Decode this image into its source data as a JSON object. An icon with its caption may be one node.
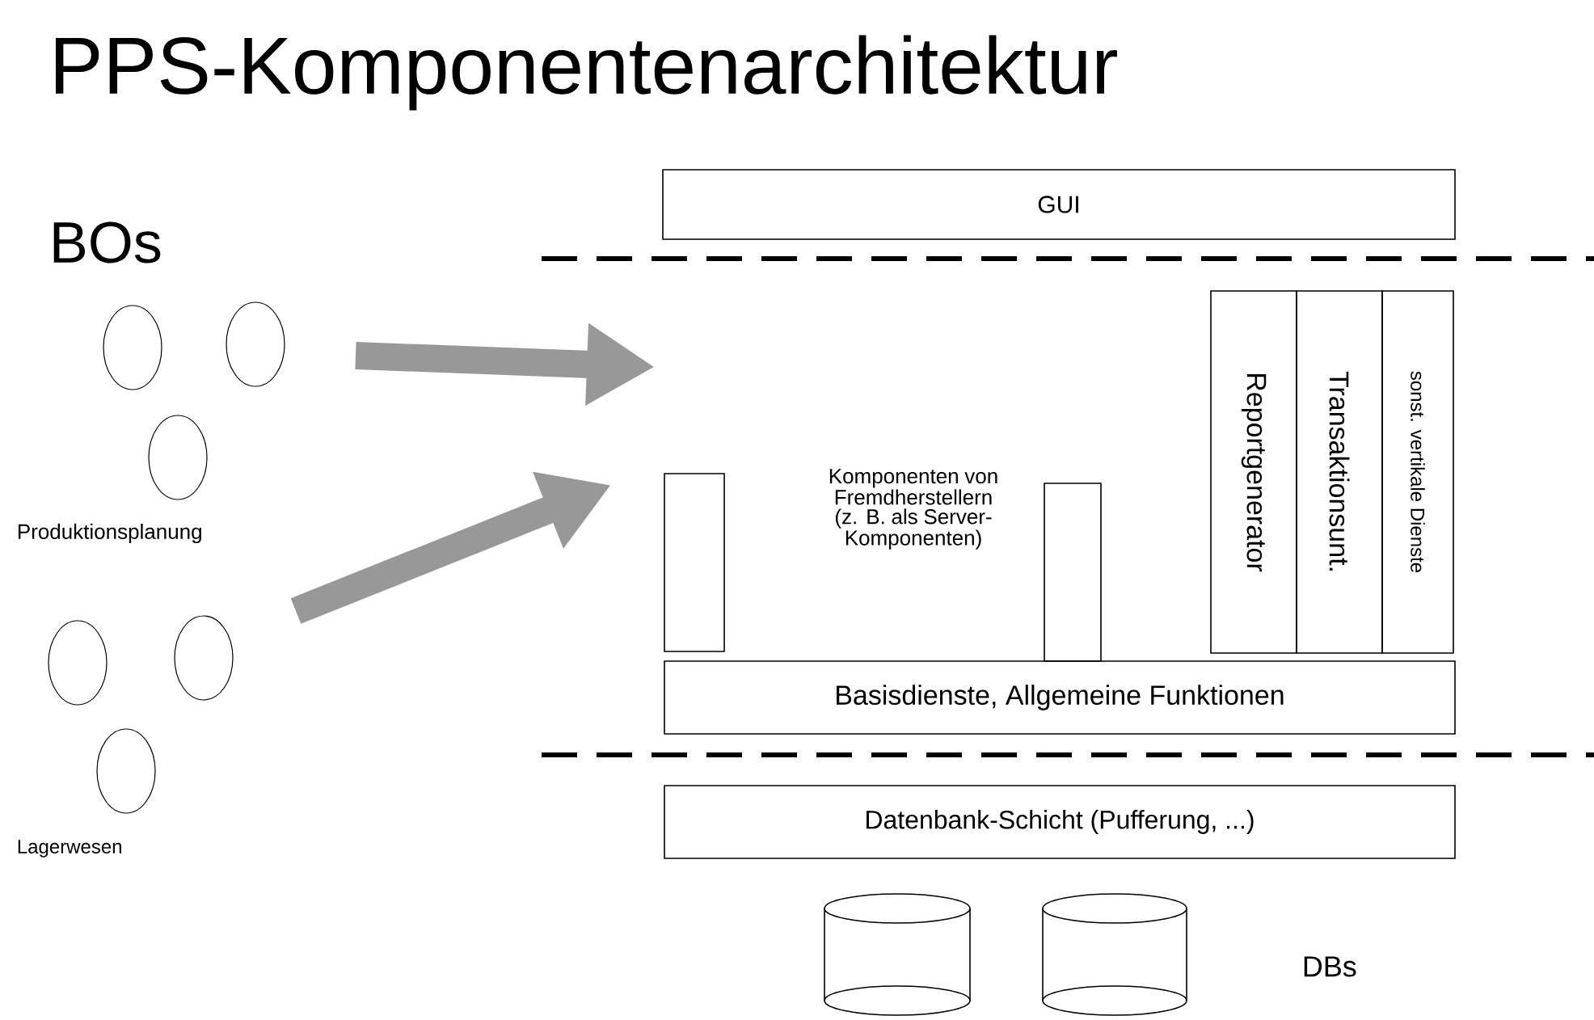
{
  "diagram": {
    "title": "PPS-Komponentenarchitektur",
    "nodes": [
      {
        "text": [
          "GUI"
        ]
      },
      {
        "text": [],
        "shape": "box"
      },
      {
        "text": [],
        "shape": "box"
      },
      {
        "text": [
          "Reportgenerator"
        ]
      },
      {
        "text": [
          "Transaktionsunt."
        ]
      },
      {
        "text": [
          "sonst. vertikale Dienste"
        ]
      },
      {
        "text": [
          "Basisdienste, Allgemeine Funktionen"
        ]
      },
      {
        "text": [
          "Datenbank-Schicht (Pufferung, ...)"
        ]
      },
      {
        "text": [],
        "shape": "cylinder"
      },
      {
        "text": [],
        "shape": "cylinder"
      },
      {
        "text": [],
        "shape": "circle"
      },
      {
        "text": [],
        "shape": "circle"
      },
      {
        "text": [],
        "shape": "circle"
      },
      {
        "text": [],
        "shape": "circle"
      },
      {
        "text": [],
        "shape": "circle"
      },
      {
        "text": [],
        "shape": "circle"
      }
    ],
    "labels": [
      "BOs",
      "Produktionsplanung",
      "Lagerwesen",
      "Komponenten von Fremdherstellern (z. B. als Server-Komponenten)",
      "DBs"
    ]
  }
}
